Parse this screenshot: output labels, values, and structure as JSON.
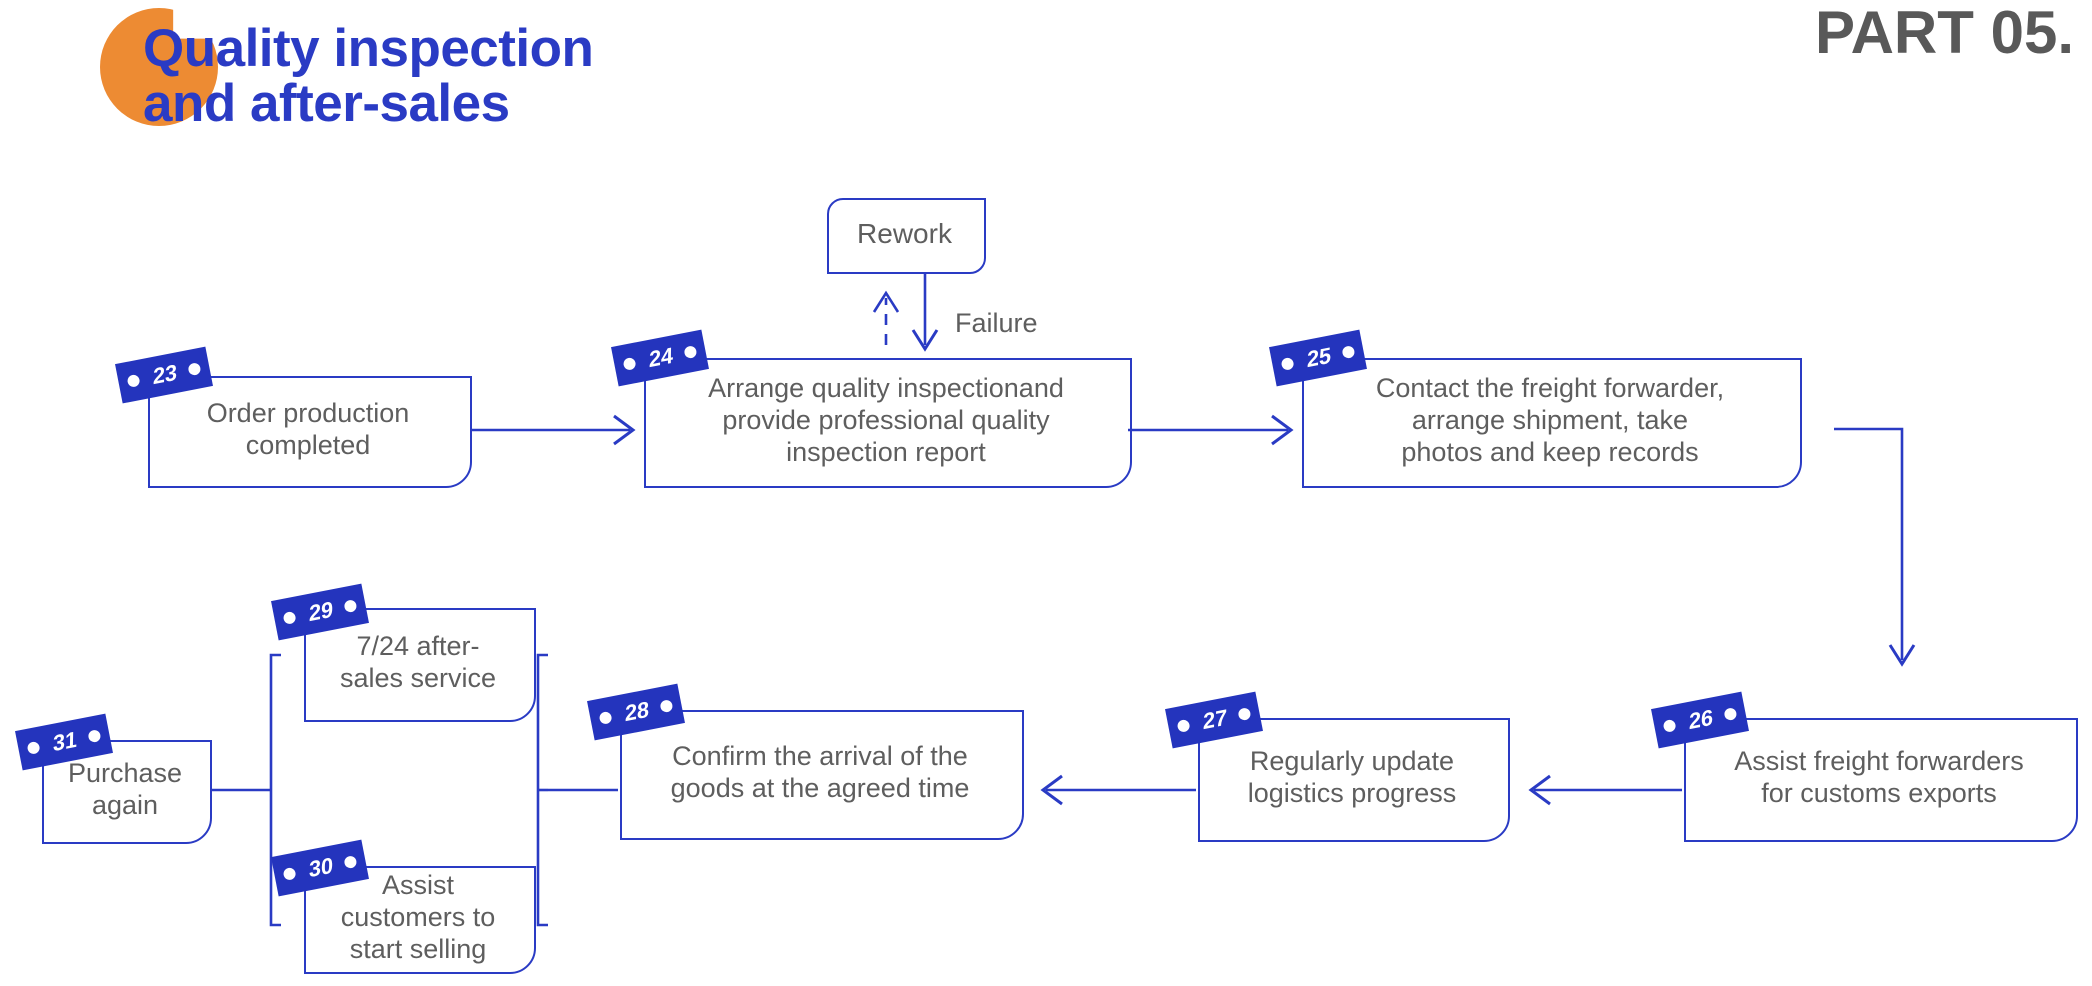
{
  "header": {
    "title": "Quality inspection\nand after-sales",
    "part_label": "PART 05.",
    "title_color": "#2A3BC4",
    "blob_color": "#ED8B33",
    "part_color": "#595959"
  },
  "theme": {
    "line_color": "#2A3BC4",
    "tag_color": "#2434BD",
    "text_color": "#5E5E5E",
    "background": "#FFFFFF"
  },
  "flow": {
    "labels": {
      "failure": "Failure"
    },
    "nodes": [
      {
        "id": "rework",
        "number": "",
        "text": "Rework"
      },
      {
        "id": "n23",
        "number": "23",
        "text": "Order production\ncompleted"
      },
      {
        "id": "n24",
        "number": "24",
        "text": "Arrange quality inspectionand\nprovide professional quality\ninspection report"
      },
      {
        "id": "n25",
        "number": "25",
        "text": "Contact the freight forwarder,\narrange shipment, take\nphotos and keep records"
      },
      {
        "id": "n26",
        "number": "26",
        "text": "Assist freight forwarders\nfor customs exports"
      },
      {
        "id": "n27",
        "number": "27",
        "text": "Regularly update\nlogistics progress"
      },
      {
        "id": "n28",
        "number": "28",
        "text": "Confirm the arrival of the\ngoods at the agreed time"
      },
      {
        "id": "n29",
        "number": "29",
        "text": "7/24 after-\nsales service"
      },
      {
        "id": "n30",
        "number": "30",
        "text": "Assist\ncustomers to\nstart selling"
      },
      {
        "id": "n31",
        "number": "31",
        "text": "Purchase\nagain"
      }
    ]
  }
}
